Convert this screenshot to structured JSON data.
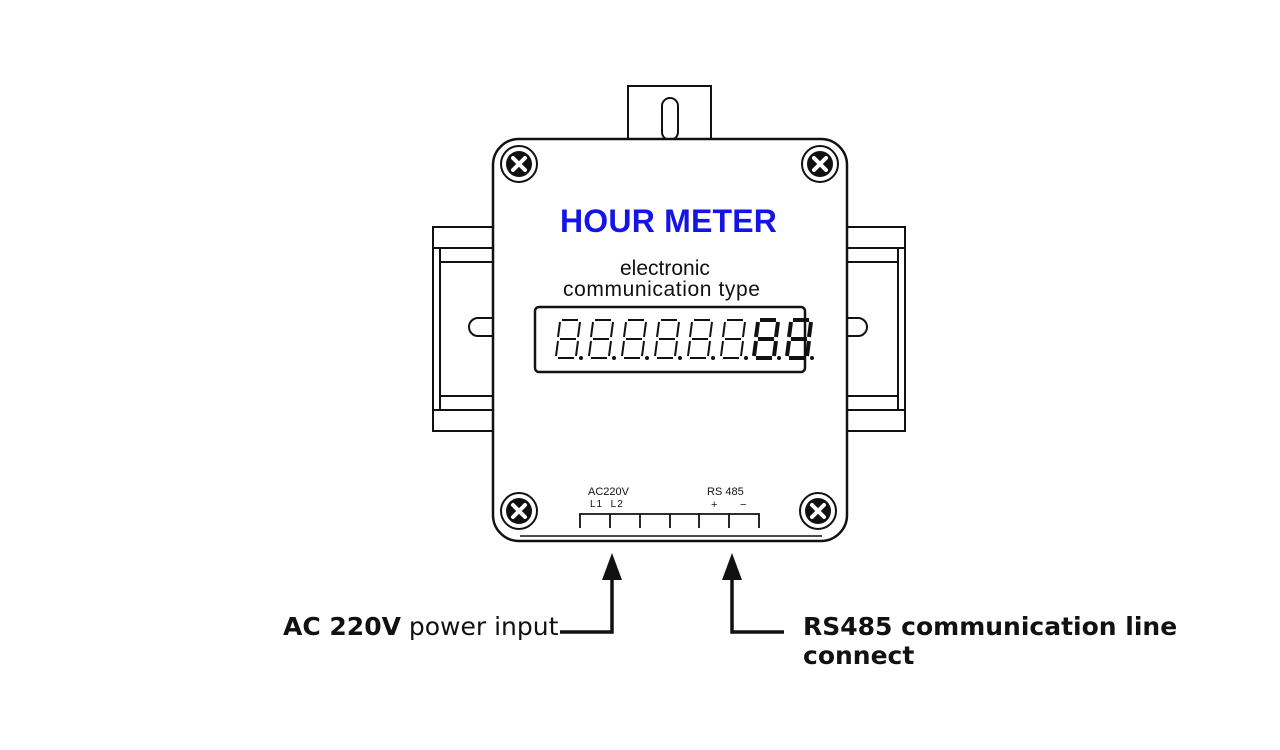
{
  "device": {
    "title": "HOUR METER",
    "subtitle_line1": "electronic",
    "subtitle_line2": "communication type",
    "display_digits": 8,
    "title_color": "#1414e6"
  },
  "terminals": {
    "power_label": "AC220V",
    "power_pins": "L1  L2",
    "rs485_label": "RS 485",
    "rs485_plus": "+",
    "rs485_minus": "−"
  },
  "callouts": {
    "power_bold": "AC 220V",
    "power_rest": " power input",
    "rs485_text": "RS485 communication line connect"
  },
  "icons": [
    "screw-icon",
    "arrow-up-icon"
  ]
}
